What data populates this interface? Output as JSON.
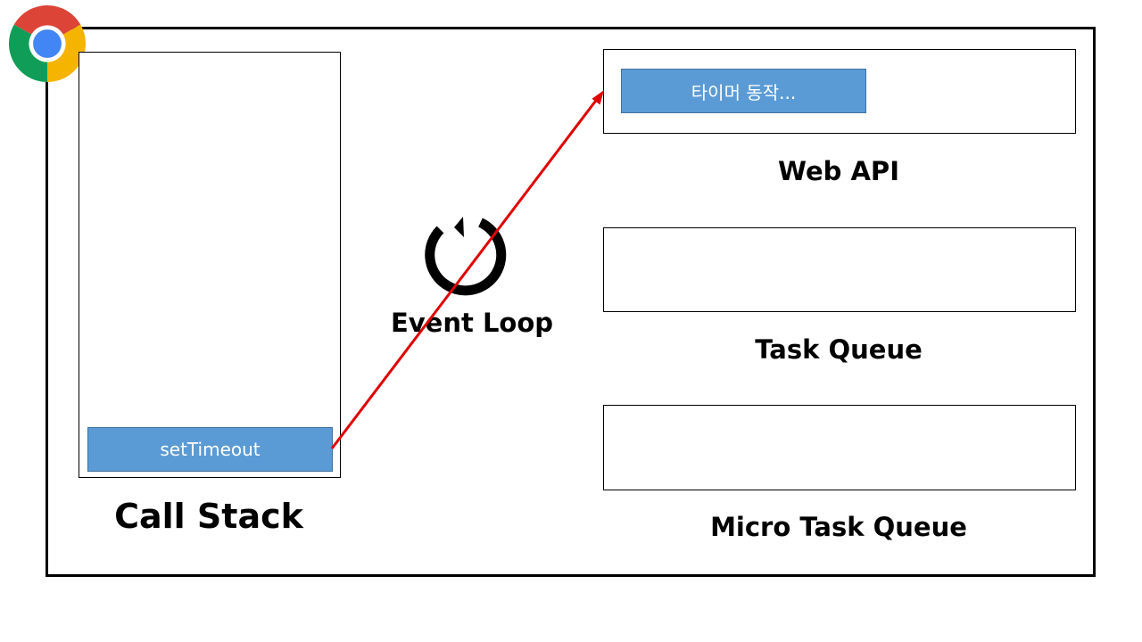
{
  "call_stack": {
    "title": "Call Stack",
    "block": "setTimeout"
  },
  "web_api": {
    "title": "Web API",
    "block": "타이머 동작..."
  },
  "task_queue": {
    "title": "Task Queue"
  },
  "micro_task_queue": {
    "title": "Micro Task Queue"
  },
  "event_loop": {
    "title": "Event Loop",
    "icon": "refresh-icon"
  },
  "logo": {
    "icon": "chrome-logo-icon"
  },
  "colors": {
    "block_fill": "#5b9bd5",
    "arrow": "#e00000"
  }
}
